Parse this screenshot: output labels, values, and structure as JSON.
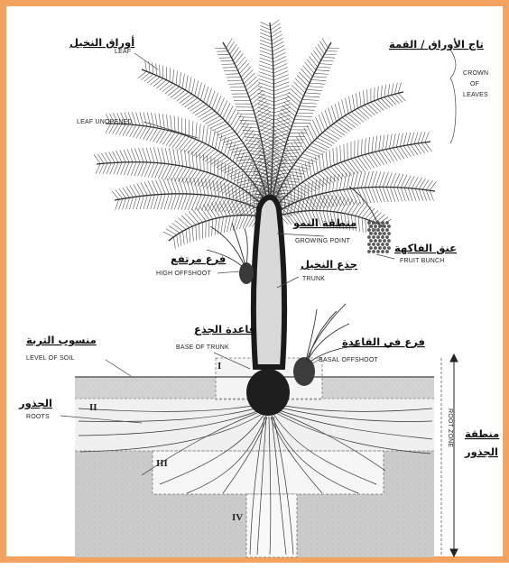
{
  "labels": {
    "leaf": {
      "ar": "أوراق النخيل",
      "en": "LEAF"
    },
    "crown": {
      "ar": "تاج الأوراق / القمة",
      "en": [
        "CROWN",
        "OF",
        "LEAVES"
      ]
    },
    "leaf_unopened": {
      "en": "LEAF UNOPENED"
    },
    "growing_point": {
      "ar": "منطقة النمو",
      "en": "GROWING POINT"
    },
    "fruit_bunch": {
      "ar": "عنق الفاكهة",
      "en": "FRUIT BUNCH"
    },
    "high_offshoot": {
      "ar": "فرع مرتفع",
      "en": "HIGH OFFSHOOT"
    },
    "trunk": {
      "ar": "جذع النخيل",
      "en": "TRUNK"
    },
    "base_of_trunk": {
      "ar": "قاعدة الجذع",
      "en": "BASE OF TRUNK"
    },
    "basal_offshoot": {
      "ar": "فرع في القاعدة",
      "en": "BASAL OFFSHOOT"
    },
    "level_of_soil": {
      "ar": "منسوب التربة",
      "en": "LEVEL OF SOIL"
    },
    "roots": {
      "ar": "الجذور",
      "en": "ROOTS"
    },
    "root_zone": {
      "ar": [
        "منطقة",
        "الجذور"
      ],
      "en": "ROOT ZONE"
    }
  },
  "zones": [
    "I",
    "II",
    "III",
    "IV"
  ],
  "colors": {
    "border": "#f4a25f",
    "soil": "#d6d6d6",
    "trunk_fill": "#d9d9d9",
    "trunk_outline": "#1a1a1a"
  }
}
